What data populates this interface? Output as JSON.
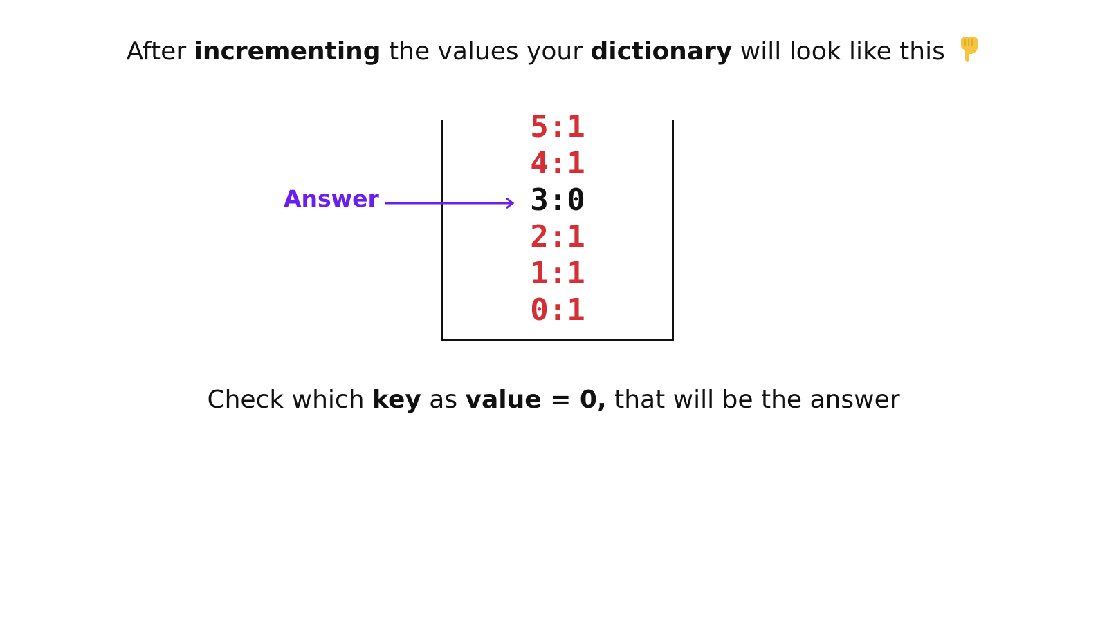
{
  "heading": {
    "part1": "After ",
    "bold1": "incrementing",
    "part2": " the values your ",
    "bold2": "dictionary",
    "part3": " will look like this"
  },
  "emoji_icon": "pointing-down-hand-icon",
  "dictionary": {
    "entries": [
      {
        "text": "5:1",
        "highlighted": false
      },
      {
        "text": "4:1",
        "highlighted": false
      },
      {
        "text": "3:0",
        "highlighted": true
      },
      {
        "text": "2:1",
        "highlighted": false
      },
      {
        "text": "1:1",
        "highlighted": false
      },
      {
        "text": "0:1",
        "highlighted": false
      }
    ]
  },
  "answer_label": "Answer",
  "footer": {
    "part1": "Check which ",
    "bold1": "key",
    "part2": " as ",
    "bold2": "value = 0,",
    "part3": " that will be the answer"
  },
  "colors": {
    "entry": "#d32f35",
    "highlight": "#111111",
    "answer": "#6a1ff0",
    "emoji": "#f5c542"
  }
}
